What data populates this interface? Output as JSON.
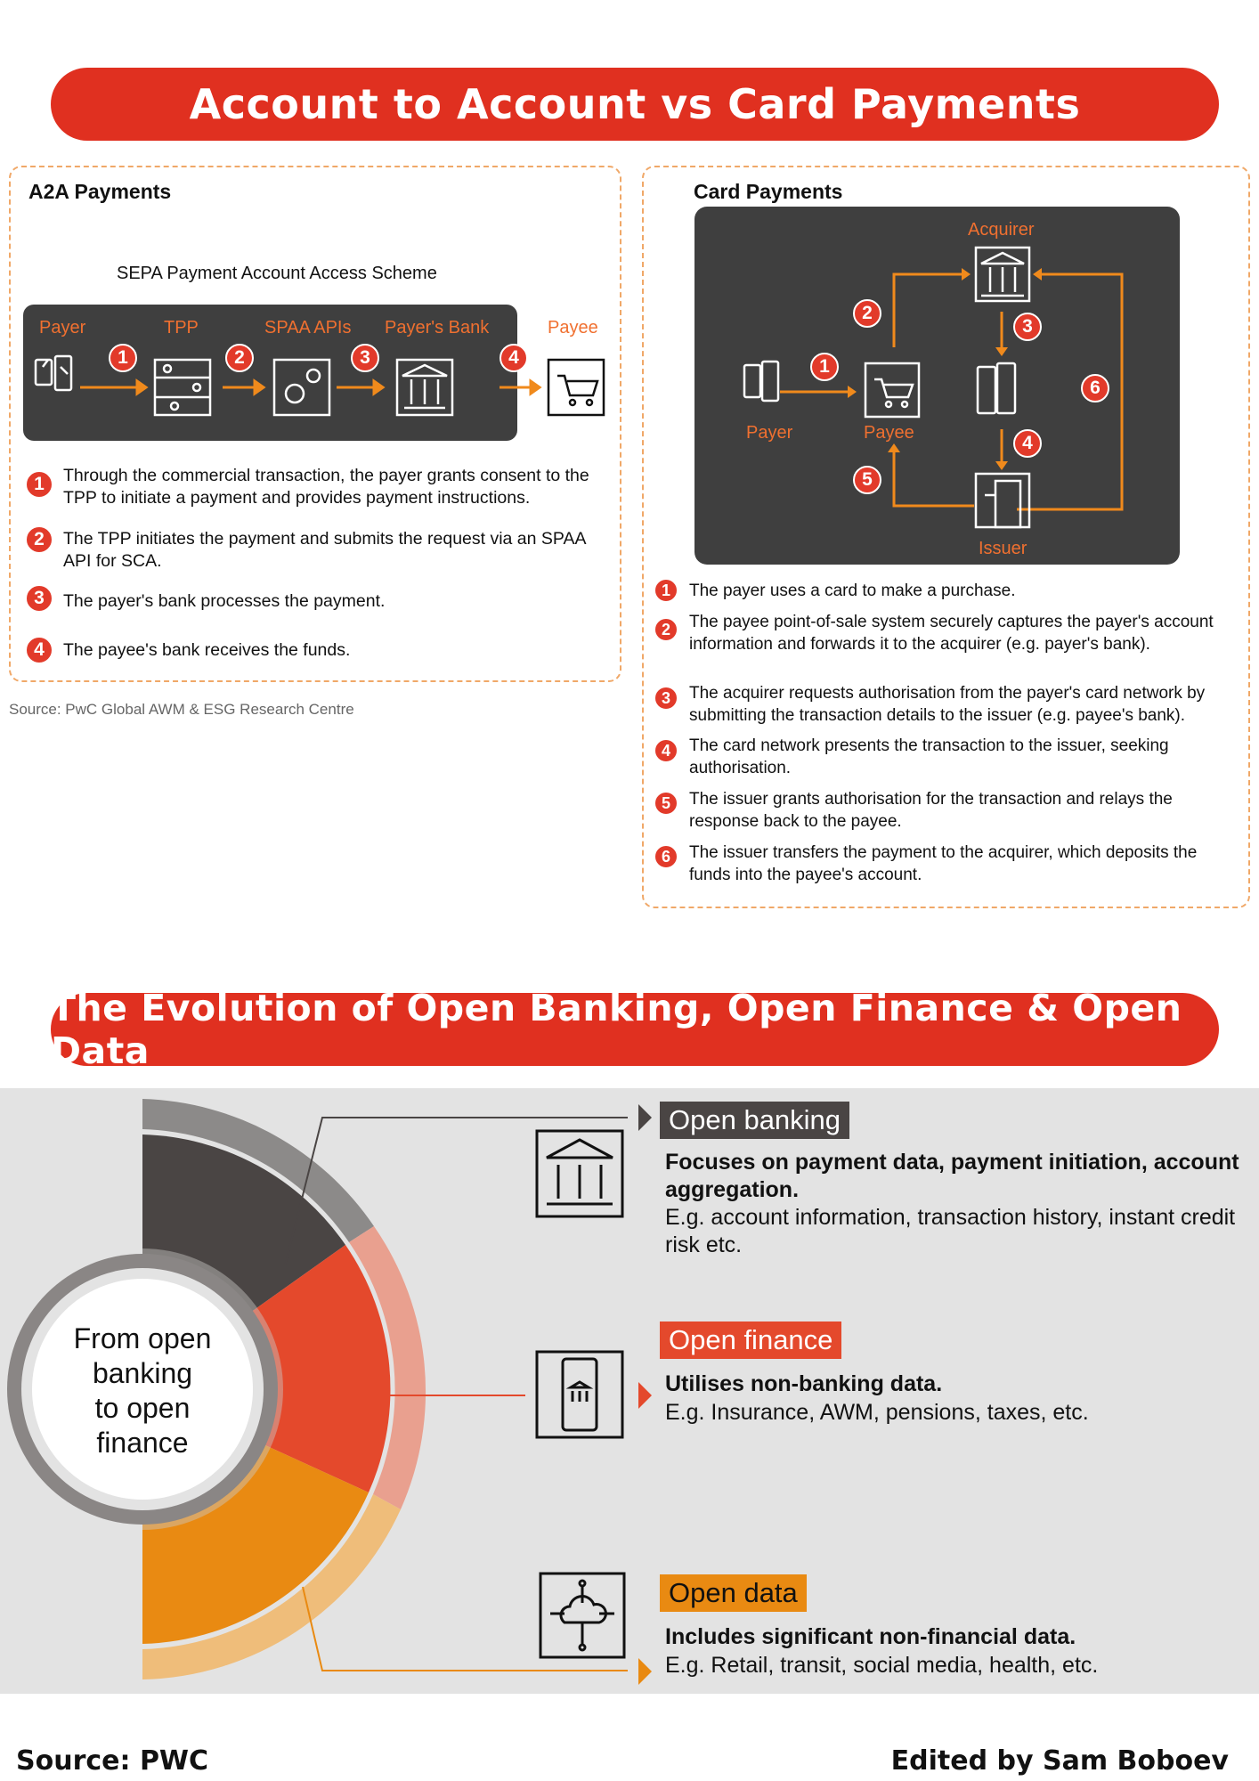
{
  "banners": {
    "top": "Account to Account vs Card Payments",
    "bottom": "The Evolution of Open Banking, Open Finance & Open Data"
  },
  "a2a": {
    "title": "A2A Payments",
    "scheme": "SEPA Payment Account Access Scheme",
    "flow_labels": [
      "Payer",
      "TPP",
      "SPAA APIs",
      "Payer's Bank",
      "Payee"
    ],
    "steps": [
      {
        "num": "1",
        "text": "Through the commercial transaction, the payer grants consent to the TPP to initiate a payment and provides payment instructions."
      },
      {
        "num": "2",
        "text": "The TPP initiates the payment and submits the request via an SPAA API for SCA."
      },
      {
        "num": "3",
        "text": "The payer's bank processes the payment."
      },
      {
        "num": "4",
        "text": "The payee's bank receives the funds."
      }
    ],
    "source": "Source: PwC Global AWM & ESG Research Centre"
  },
  "card": {
    "title": "Card Payments",
    "labels": {
      "acquirer": "Acquirer",
      "payer": "Payer",
      "payee": "Payee",
      "issuer": "Issuer"
    },
    "steps": [
      {
        "num": "1",
        "text": "The payer uses a card to make a purchase."
      },
      {
        "num": "2",
        "text": "The payee point-of-sale system securely captures the payer's account information and forwards it to the acquirer (e.g. payer's bank)."
      },
      {
        "num": "3",
        "text": "The acquirer requests authorisation from the payer's card network by submitting the transaction details to the issuer (e.g. payee's bank)."
      },
      {
        "num": "4",
        "text": "The card network presents the transaction to the issuer, seeking authorisation."
      },
      {
        "num": "5",
        "text": "The issuer grants authorisation for the transaction and relays the response back to the payee."
      },
      {
        "num": "6",
        "text": "The issuer transfers the payment to the acquirer, which deposits the funds into the payee's account."
      }
    ]
  },
  "evolution": {
    "center_text": [
      "From open",
      "banking",
      "to open",
      "finance"
    ],
    "items": [
      {
        "tag": "Open banking",
        "bold": [
          "Focuses on payment data, payment initiation, account",
          "aggregation."
        ],
        "normal": [
          "E.g. account information, transaction history, instant credit",
          "risk etc."
        ],
        "color": "#4a4544",
        "icon": "bank-icon"
      },
      {
        "tag": "Open finance",
        "bold": [
          "Utilises non-banking data."
        ],
        "normal": [
          "E.g. Insurance, AWM, pensions, taxes, etc."
        ],
        "color": "#e4492c",
        "icon": "mobile-bank-icon"
      },
      {
        "tag": "Open data",
        "bold": [
          "Includes significant non-financial data."
        ],
        "normal": [
          "E.g. Retail, transit, social media, health, etc."
        ],
        "color": "#e98a12",
        "icon": "cloud-network-icon"
      }
    ]
  },
  "footer": {
    "source": "Source: PWC",
    "edited": "Edited by Sam Boboev"
  }
}
